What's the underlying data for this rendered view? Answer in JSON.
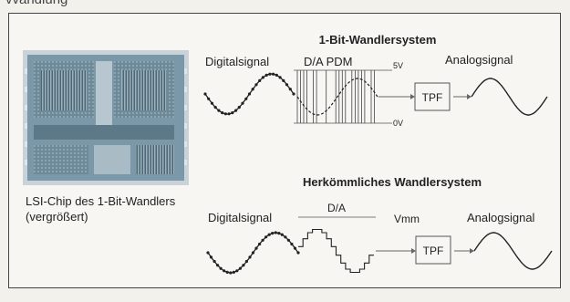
{
  "page": {
    "header_fragment": "vvandlung"
  },
  "chip": {
    "caption_line1": "LSI-Chip des 1-Bit-Wandlers",
    "caption_line2": "(vergrößert)"
  },
  "one_bit_system": {
    "title": "1-Bit-Wandlersystem",
    "input_label": "Digitalsignal",
    "converter_label": "D/A PDM",
    "top_voltage": "5V",
    "bottom_voltage": "0V",
    "filter_label": "TPF",
    "output_label": "Analogsignal"
  },
  "conventional_system": {
    "title": "Herkömmliches Wandlersystem",
    "input_label": "Digitalsignal",
    "converter_label": "D/A",
    "converter_suffix": "Vmm",
    "filter_label": "TPF",
    "output_label": "Analogsignal"
  },
  "colors": {
    "frame": "#444444",
    "chip_body": "#7b98a8",
    "chip_frame": "#c4cfd6",
    "wave": "#222222"
  }
}
